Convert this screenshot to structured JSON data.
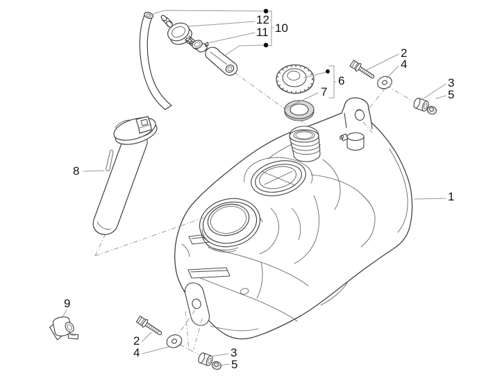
{
  "diagram": {
    "kind": "exploded-parts-diagram",
    "subject": "fuel tank assembly",
    "background_color": "#ffffff",
    "line_color": "#3f3f3f",
    "detail_line_color": "#5c5c5c",
    "leader_line_color": "#999999",
    "label_color": "#111111",
    "callouts": {
      "c1": {
        "label": "1",
        "part": "fuel tank"
      },
      "c2": {
        "label": "2",
        "part": "flanged screw"
      },
      "c3": {
        "label": "3",
        "part": "spacer bushing"
      },
      "c4": {
        "label": "4",
        "part": "washer"
      },
      "c5": {
        "label": "5",
        "part": "nut"
      },
      "c6": {
        "label": "6",
        "part": "fuel filler cap"
      },
      "c7": {
        "label": "7",
        "part": "filler cap gasket"
      },
      "c8": {
        "label": "8",
        "part": "fuel level sensor"
      },
      "c9": {
        "label": "9",
        "part": "clamp"
      },
      "c10": {
        "label": "10",
        "part": "breather hose group"
      },
      "c11": {
        "label": "11",
        "part": "hose clip"
      },
      "c12": {
        "label": "12",
        "part": "check valve"
      }
    }
  }
}
